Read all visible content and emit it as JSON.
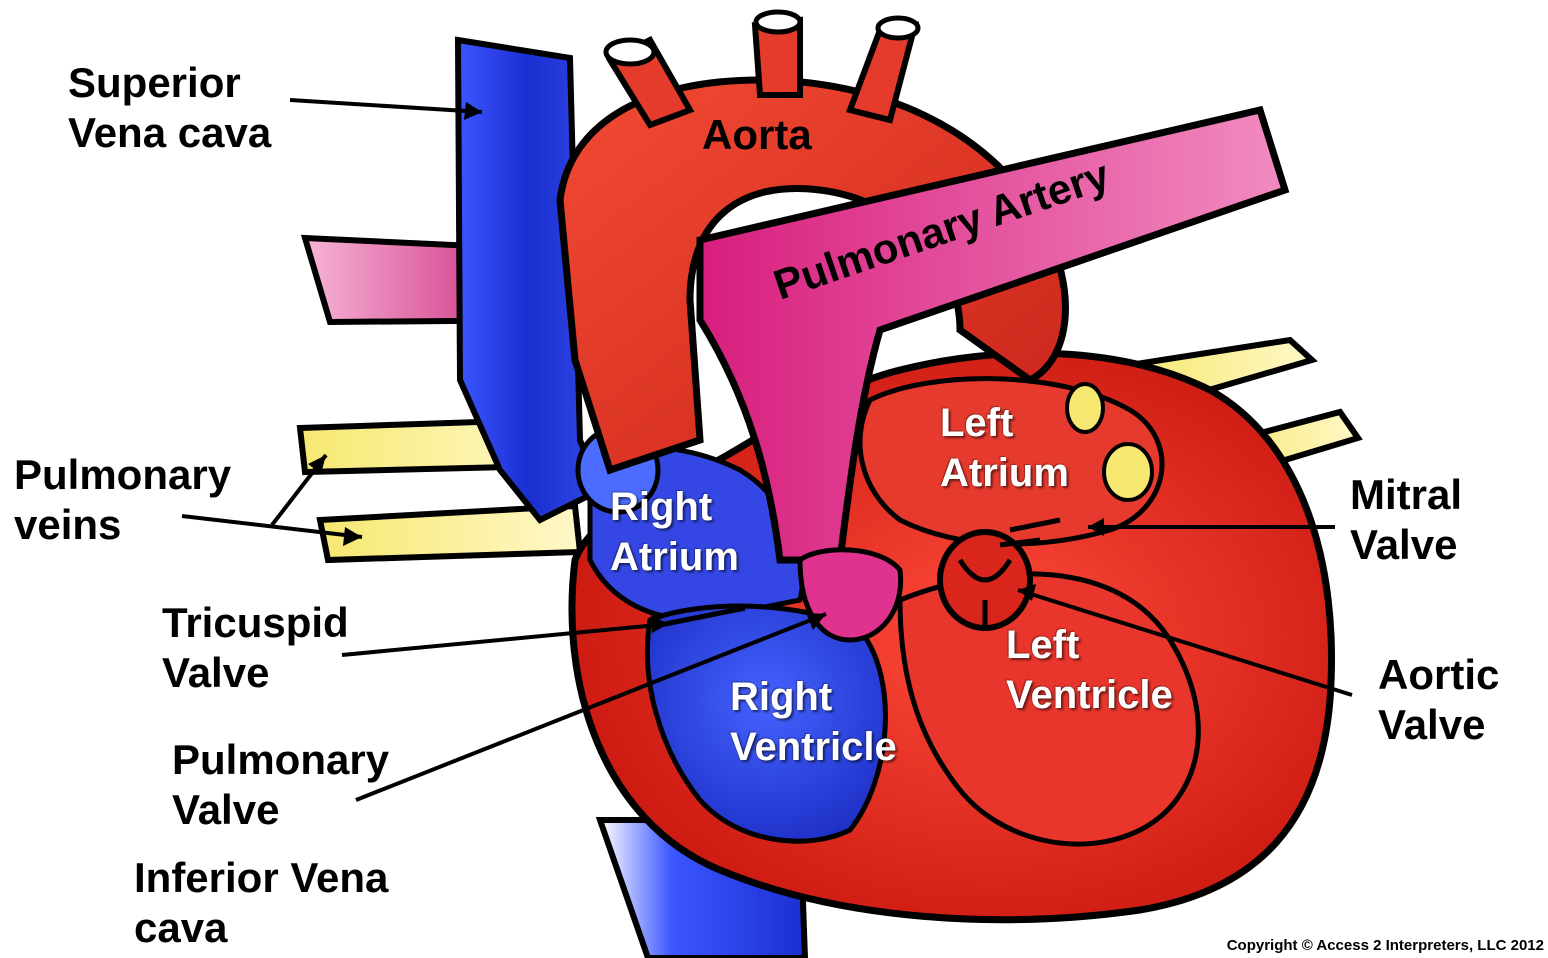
{
  "labels": {
    "superior_vena_cava": [
      "Superior",
      "Vena cava"
    ],
    "pulmonary_veins": [
      "Pulmonary",
      "veins"
    ],
    "tricuspid_valve": [
      "Tricuspid",
      "Valve"
    ],
    "pulmonary_valve": [
      "Pulmonary",
      "Valve"
    ],
    "inferior_vena_cava": [
      "Inferior Vena",
      "cava"
    ],
    "mitral_valve": [
      "Mitral",
      "Valve"
    ],
    "aortic_valve": [
      "Aortic",
      "Valve"
    ],
    "aorta": "Aorta",
    "pulmonary_artery": "Pulmonary Artery",
    "left_atrium": [
      "Left",
      "Atrium"
    ],
    "right_atrium": [
      "Right",
      "Atrium"
    ],
    "right_ventricle": [
      "Right",
      "Ventricle"
    ],
    "left_ventricle": [
      "Left",
      "Ventricle"
    ]
  },
  "copyright": "Copyright © Access 2 Interpreters, LLC  2012",
  "colors": {
    "deoxygenated": "#2a3fd6",
    "oxygenated": "#e0261e",
    "pulmonary_artery": "#e0338f",
    "pulmonary_veins": "#f4e04d",
    "outline": "#000000"
  }
}
